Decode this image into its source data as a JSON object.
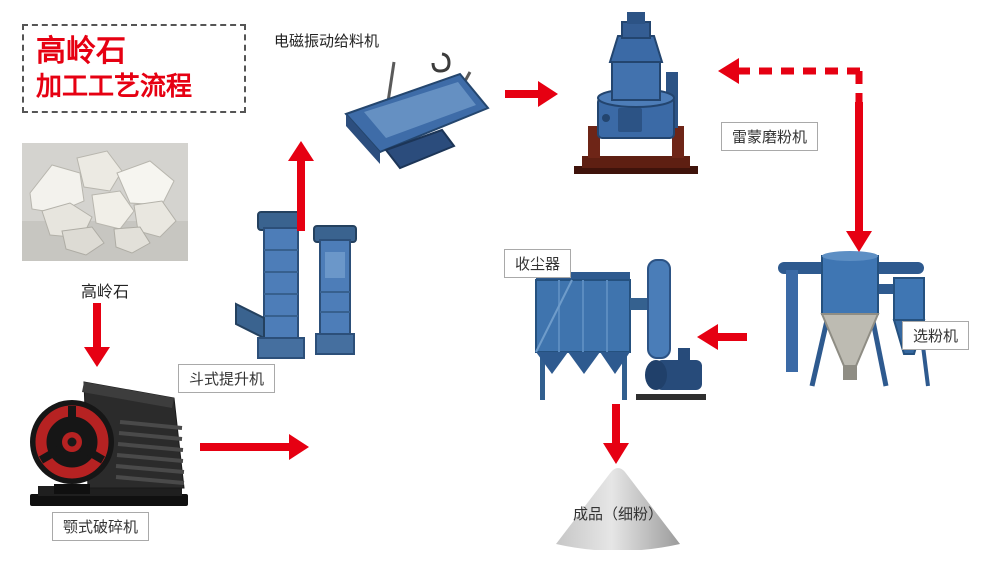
{
  "title": {
    "line1": "高岭石",
    "line2": "加工工艺流程"
  },
  "stations": {
    "kaolin": {
      "label": "高岭石"
    },
    "jaw_crusher": {
      "label": "颚式破碎机"
    },
    "bucket_elevator": {
      "label": "斗式提升机"
    },
    "vibrating_feeder": {
      "label": "电磁振动给料机"
    },
    "raymond_mill": {
      "label": "雷蒙磨粉机"
    },
    "powder_classifier": {
      "label": "选粉机"
    },
    "dust_collector": {
      "label": "收尘器"
    },
    "finished_product": {
      "label": "成品（细粉）"
    }
  },
  "flow": {
    "sequence": [
      {
        "from": "kaolin",
        "to": "jaw_crusher",
        "style": "solid"
      },
      {
        "from": "jaw_crusher",
        "to": "bucket_elevator",
        "style": "solid"
      },
      {
        "from": "bucket_elevator",
        "to": "vibrating_feeder",
        "style": "solid"
      },
      {
        "from": "vibrating_feeder",
        "to": "raymond_mill",
        "style": "solid"
      },
      {
        "from": "raymond_mill",
        "to": "powder_classifier",
        "style": "solid"
      },
      {
        "from": "powder_classifier",
        "to": "raymond_mill",
        "style": "dashed-return"
      },
      {
        "from": "powder_classifier",
        "to": "dust_collector",
        "style": "solid"
      },
      {
        "from": "dust_collector",
        "to": "finished_product",
        "style": "solid"
      }
    ]
  },
  "colors": {
    "arrow_red": "#e60012",
    "title_red": "#e60012",
    "machine_blue": "#3f74ae",
    "label_border": "#a9a9a9",
    "label_text": "#333333"
  }
}
